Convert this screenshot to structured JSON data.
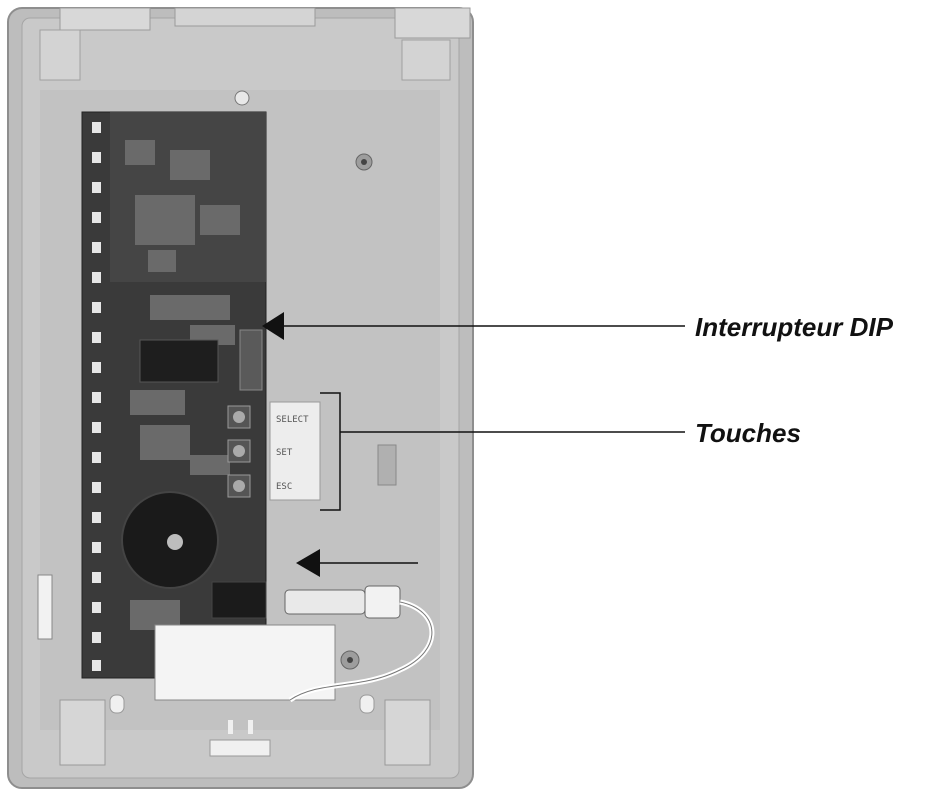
{
  "callouts": {
    "dip_switch": "Interrupteur DIP",
    "buttons": "Touches"
  },
  "buttons": {
    "select": "SELECT",
    "set": "SET",
    "esc": "ESC"
  },
  "colors": {
    "housing": "#c8c8c8",
    "housing_inner": "#b9b9b9",
    "pcb": "#3c3c3c",
    "arrow": "#111111"
  }
}
